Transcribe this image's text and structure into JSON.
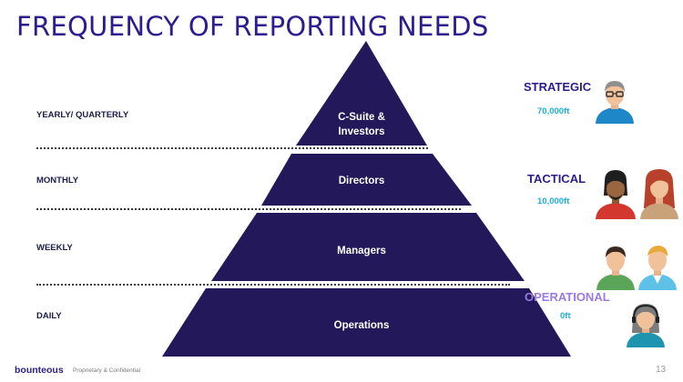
{
  "title": "FREQUENCY OF REPORTING NEEDS",
  "frequencies": [
    "YEARLY/ QUARTERLY",
    "MONTHLY",
    "WEEKLY",
    "DAILY"
  ],
  "tiers": [
    "C-Suite & Investors",
    "Directors",
    "Managers",
    "Operations"
  ],
  "levels": [
    {
      "name": "STRATEGIC",
      "altitude": "70,000ft",
      "color": "#2b1d8f"
    },
    {
      "name": "TACTICAL",
      "altitude": "10,000ft",
      "color": "#2b1d8f"
    },
    {
      "name": "OPERATIONAL",
      "altitude": "0ft",
      "color": "#9b7be0"
    }
  ],
  "colors": {
    "pyramid": "#23195a",
    "title": "#2b1d8f",
    "altitude": "#1fb0d6"
  },
  "icons": [
    "man-glasses-avatar-icon",
    "man-dreadlocks-avatar-icon",
    "woman-red-hair-avatar-icon",
    "man-green-shirt-avatar-icon",
    "man-blue-shirt-avatar-icon",
    "woman-headset-avatar-icon"
  ],
  "footer": {
    "logo": "bounteous",
    "confidential": "Proprietary & Confidential",
    "page": "13"
  }
}
